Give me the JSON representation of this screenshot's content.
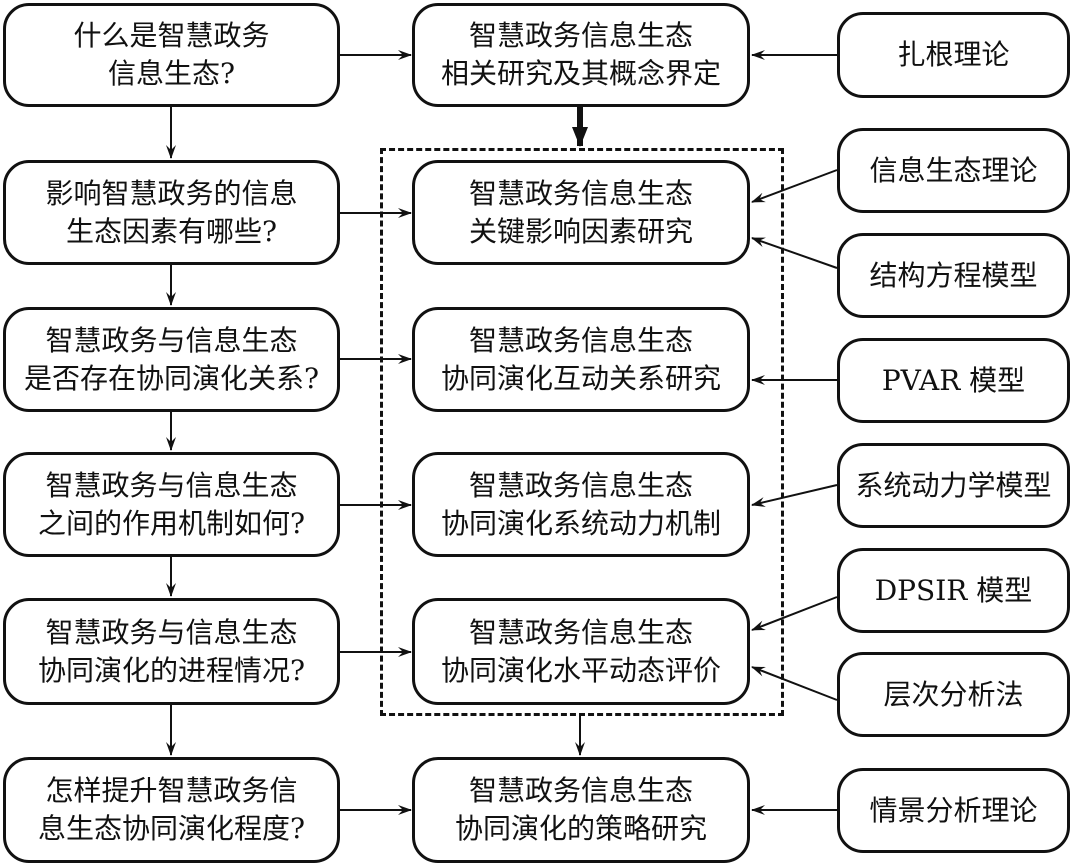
{
  "questions": [
    {
      "line1": "什么是智慧政务",
      "line2": "信息生态?"
    },
    {
      "line1": "影响智慧政务的信息",
      "line2": "生态因素有哪些?"
    },
    {
      "line1": "智慧政务与信息生态",
      "line2": "是否存在协同演化关系?"
    },
    {
      "line1": "智慧政务与信息生态",
      "line2": "之间的作用机制如何?"
    },
    {
      "line1": "智慧政务与信息生态",
      "line2": "协同演化的进程情况?"
    },
    {
      "line1": "怎样提升智慧政务信",
      "line2": "息生态协同演化程度?"
    }
  ],
  "research": [
    {
      "line1": "智慧政务信息生态",
      "line2": "相关研究及其概念界定"
    },
    {
      "line1": "智慧政务信息生态",
      "line2": "关键影响因素研究"
    },
    {
      "line1": "智慧政务信息生态",
      "line2": "协同演化互动关系研究"
    },
    {
      "line1": "智慧政务信息生态",
      "line2": "协同演化系统动力机制"
    },
    {
      "line1": "智慧政务信息生态",
      "line2": "协同演化水平动态评价"
    },
    {
      "line1": "智慧政务信息生态",
      "line2": "协同演化的策略研究"
    }
  ],
  "methods": [
    {
      "label": "扎根理论"
    },
    {
      "label": "信息生态理论"
    },
    {
      "label": "结构方程模型"
    },
    {
      "label": "PVAR 模型"
    },
    {
      "label": "系统动力学模型"
    },
    {
      "label": "DPSIR 模型"
    },
    {
      "label": "层次分析法"
    },
    {
      "label": "情景分析理论"
    }
  ]
}
